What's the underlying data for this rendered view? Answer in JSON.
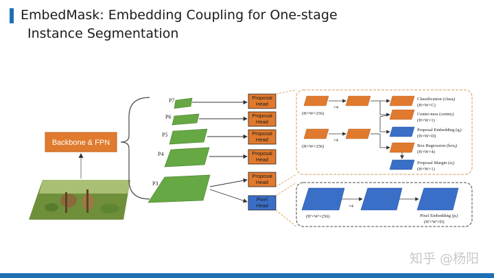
{
  "title": {
    "line1": "EmbedMask: Embedding Coupling for One-stage",
    "line2": "Instance Segmentation"
  },
  "backbone_label": "Backbone & FPN",
  "levels": [
    "P7",
    "P6",
    "P5",
    "P4",
    "P3"
  ],
  "proposal_head": {
    "line1": "Proposal",
    "line2": "Head"
  },
  "pixel_head": {
    "line1": "Pixel",
    "line2": "Head"
  },
  "proposal_branch": {
    "dims": [
      "(H×W×256)",
      "(H×W×256)"
    ],
    "repeat": [
      "×4",
      "×4"
    ],
    "outputs": [
      {
        "name": "Classification (classⱼ)",
        "dims": "(H×W×C)"
      },
      {
        "name": "Center-ness (centerⱼ)",
        "dims": "(H×W×1)"
      },
      {
        "name": "Proposal Embedding (qⱼ)",
        "dims": "(H×W×D)"
      },
      {
        "name": "Box Regression (boxⱼ)",
        "dims": "(H×W×4)"
      },
      {
        "name": "Proposal Margin (σⱼ)",
        "dims": "(H×W×1)"
      }
    ]
  },
  "pixel_branch": {
    "dims": "(H'×W'×256)",
    "repeat": "×4",
    "output": {
      "name": "Pixel Embedding (pᵢ)",
      "dims": "(H'×W'×D)"
    }
  },
  "watermark": "知乎 @杨阳",
  "colors": {
    "accent": "#1f6fb5",
    "green": "#66a843",
    "orange": "#e07a2e",
    "blue": "#3a6fc8",
    "dashed": "#d59a5a"
  }
}
